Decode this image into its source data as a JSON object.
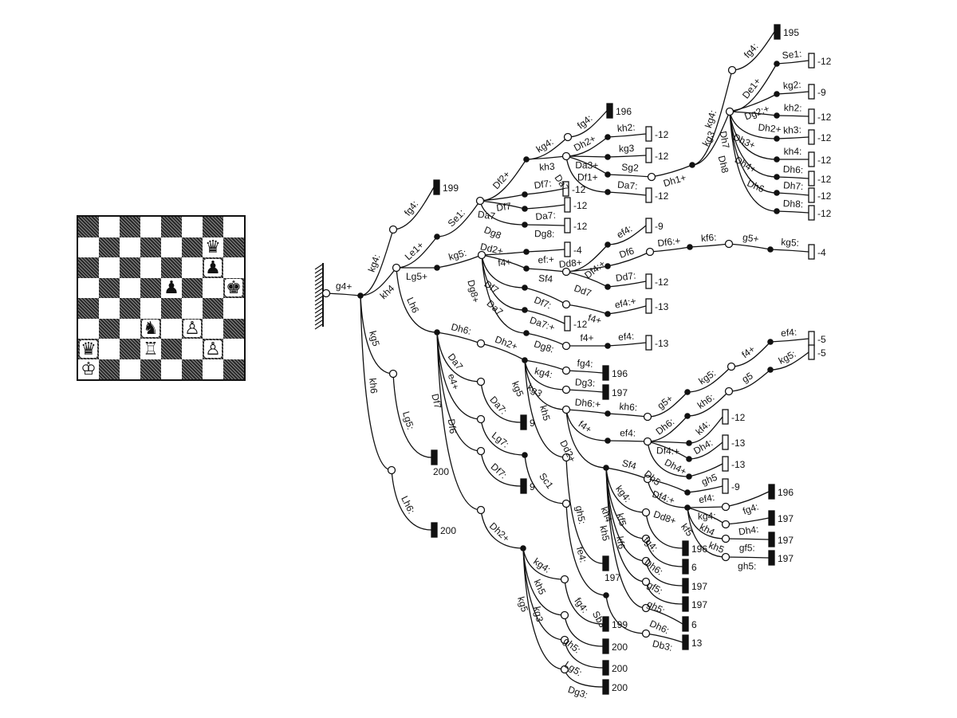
{
  "diagram": {
    "type": "chess-solution-tree"
  },
  "board": {
    "pieces": [
      {
        "square": "g7",
        "piece": "black-queen"
      },
      {
        "square": "g6",
        "piece": "black-pawn"
      },
      {
        "square": "e5",
        "piece": "black-pawn"
      },
      {
        "square": "h5",
        "piece": "black-king"
      },
      {
        "square": "d3",
        "piece": "black-knight"
      },
      {
        "square": "f3",
        "piece": "white-pawn"
      },
      {
        "square": "a2",
        "piece": "black-queen"
      },
      {
        "square": "d2",
        "piece": "white-rook"
      },
      {
        "square": "g2",
        "piece": "white-pawn"
      },
      {
        "square": "a1",
        "piece": "white-king"
      }
    ]
  },
  "branches": [
    {
      "move": "g4+"
    },
    {
      "move": "kg4:"
    },
    {
      "move": "fg4:",
      "score": "199"
    },
    {
      "move": "kh4"
    },
    {
      "move": "Le1+"
    },
    {
      "move": "Se1:"
    },
    {
      "move": "Df2+"
    },
    {
      "move": "kg4:"
    },
    {
      "move": "fg4:",
      "score": "196"
    },
    {
      "move": "kh3"
    },
    {
      "move": "Dh2+"
    },
    {
      "move": "kh2:",
      "score": "-12"
    },
    {
      "move": "Da3+"
    },
    {
      "move": "kg3",
      "score": "-12"
    },
    {
      "move": "Df1+"
    },
    {
      "move": "Sg2"
    },
    {
      "move": "Dh1+"
    },
    {
      "move": "kg4:"
    },
    {
      "move": "fg4:",
      "score": "195"
    },
    {
      "move": "kg3"
    },
    {
      "move": "De1+"
    },
    {
      "move": "Se1:",
      "score": "-12"
    },
    {
      "move": "Dg2:+"
    },
    {
      "move": "kg2:",
      "score": "-9"
    },
    {
      "move": "Dh2+"
    },
    {
      "move": "kh2:",
      "score": "-12"
    },
    {
      "move": "Dh3+"
    },
    {
      "move": "kh3:",
      "score": "-12"
    },
    {
      "move": "Dh4+"
    },
    {
      "move": "kh4:",
      "score": "-12"
    },
    {
      "move": "Dh6"
    },
    {
      "move": "Dh6:",
      "score": "-12"
    },
    {
      "move": "Dh7"
    },
    {
      "move": "Dh7:",
      "score": "-12"
    },
    {
      "move": "Dh8"
    },
    {
      "move": "Dh8:",
      "score": "-12"
    },
    {
      "move": "Da7"
    },
    {
      "move": "Da7:",
      "score": "-12"
    },
    {
      "move": "Df7"
    },
    {
      "move": "Df7:",
      "score": "-12"
    },
    {
      "move": "Da7"
    },
    {
      "move": "Da7:",
      "score": "-12"
    },
    {
      "move": "Dg8"
    },
    {
      "move": "Dg8:",
      "score": "-12"
    },
    {
      "move": "Lg5+"
    },
    {
      "move": "kg5:"
    },
    {
      "move": "f4+"
    },
    {
      "move": "ef:+",
      "score": "-4"
    },
    {
      "move": "Dd2+"
    },
    {
      "move": "Sf4"
    },
    {
      "move": "Df4:+"
    },
    {
      "move": "ef4:",
      "score": "-9"
    },
    {
      "move": "Dd8+"
    },
    {
      "move": "Df6"
    },
    {
      "move": "Df6:+"
    },
    {
      "move": "kf6:"
    },
    {
      "move": "g5+"
    },
    {
      "move": "kg5:",
      "score": "-4"
    },
    {
      "move": "Dd7"
    },
    {
      "move": "Dd7:",
      "score": "-12"
    },
    {
      "move": "Df7"
    },
    {
      "move": "Df7:"
    },
    {
      "move": "f4+"
    },
    {
      "move": "ef4:+",
      "score": "-13"
    },
    {
      "move": "Da7"
    },
    {
      "move": "Da7:+",
      "score": "-12"
    },
    {
      "move": "Dg8+"
    },
    {
      "move": "Dg8:"
    },
    {
      "move": "f4+"
    },
    {
      "move": "ef4:",
      "score": "-13"
    },
    {
      "move": "Lh6"
    },
    {
      "move": "Dh6:"
    },
    {
      "move": "Dh2+"
    },
    {
      "move": "kg4:"
    },
    {
      "move": "fg4:",
      "score": "196"
    },
    {
      "move": "kg3"
    },
    {
      "move": "Dg3:",
      "score": "197"
    },
    {
      "move": "kg5"
    },
    {
      "move": "Dh6:+"
    },
    {
      "move": "kh6:"
    },
    {
      "move": "g5+"
    },
    {
      "move": "kg5:"
    },
    {
      "move": "f4+"
    },
    {
      "move": "ef4:",
      "score": "-5"
    },
    {
      "move": "f4+"
    },
    {
      "move": "ef4:"
    },
    {
      "move": "Dh6:"
    },
    {
      "move": "kh6:"
    },
    {
      "move": "g5"
    },
    {
      "move": "kg5:",
      "score": "-5"
    },
    {
      "move": "Df4:+"
    },
    {
      "move": "kf4:",
      "score": "-12"
    },
    {
      "move": "Dh4+"
    },
    {
      "move": "Dh4:",
      "score": "-13"
    },
    {
      "move": "Dh5"
    },
    {
      "move": "gh5",
      "score": "-13"
    },
    {
      "move": "Dd2+"
    },
    {
      "move": "Sf4"
    },
    {
      "move": "Df4:+"
    },
    {
      "move": "ef4:",
      "score": "-9"
    },
    {
      "move": "Dd8+"
    },
    {
      "move": "kg4:"
    },
    {
      "move": "fg4:",
      "score": "196"
    },
    {
      "move": "kh4"
    },
    {
      "move": "Dh4:",
      "score": "197"
    },
    {
      "move": "kf5"
    },
    {
      "move": "gf5:",
      "score": "197"
    },
    {
      "move": "kh5"
    },
    {
      "move": "gh5:",
      "score": "197"
    },
    {
      "move": "kg4:"
    },
    {
      "move": "fg4:",
      "score": "196"
    },
    {
      "move": "kh4"
    },
    {
      "move": "Dh6:",
      "score": "6"
    },
    {
      "move": "kf5"
    },
    {
      "move": "gf5:",
      "score": "197"
    },
    {
      "move": "kh5"
    },
    {
      "move": "gh5:",
      "score": "197"
    },
    {
      "move": "kf6"
    },
    {
      "move": "Dh6:",
      "score": "6"
    },
    {
      "move": "kh5"
    },
    {
      "move": "gh5:",
      "score": "197"
    },
    {
      "move": "Da7"
    },
    {
      "move": "Da7:",
      "score": "9"
    },
    {
      "move": "e4+"
    },
    {
      "move": "Lg7:"
    },
    {
      "move": "Sc1"
    },
    {
      "move": "fe4:"
    },
    {
      "move": "Sb3+"
    },
    {
      "move": "Db3:",
      "score": "13"
    },
    {
      "move": "Df7"
    },
    {
      "move": "Df7:",
      "score": "9"
    },
    {
      "move": "Df6"
    },
    {
      "move": "Dh2+"
    },
    {
      "move": "kg4:"
    },
    {
      "move": "fg4:",
      "score": "199"
    },
    {
      "move": "kh5"
    },
    {
      "move": "gh5:",
      "score": "200"
    },
    {
      "move": "kg5"
    },
    {
      "move": "Lg5:",
      "score": "200"
    },
    {
      "move": "kg3"
    },
    {
      "move": "Dg3:",
      "score": "200"
    },
    {
      "move": "kg5"
    },
    {
      "move": "Lg5:",
      "score": "200"
    },
    {
      "move": "kh6"
    },
    {
      "move": "Lh6:",
      "score": "200"
    }
  ]
}
